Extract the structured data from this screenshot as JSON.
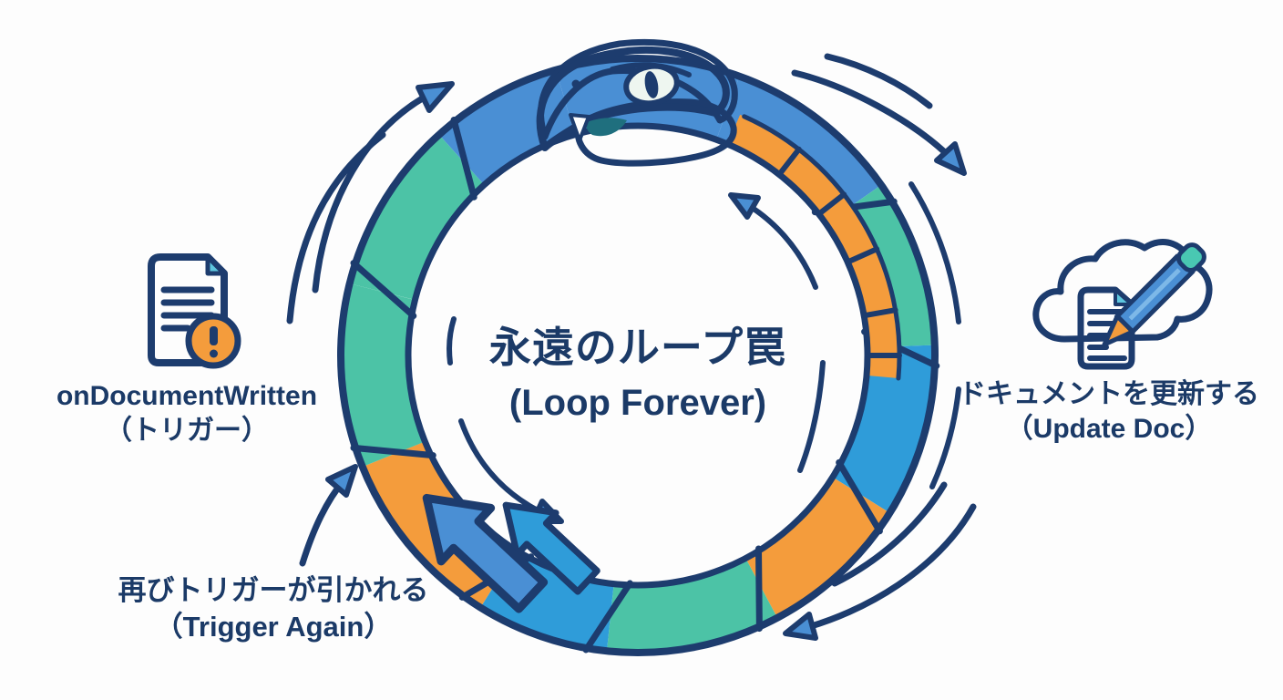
{
  "diagram": {
    "center": {
      "title_ja": "永遠のループ罠",
      "title_en": "(Loop Forever)"
    },
    "nodes": {
      "trigger": {
        "line1": "onDocumentWritten",
        "line2": "（トリガー）",
        "icon": "document-alert-icon"
      },
      "update": {
        "line1": "ドキュメントを更新する",
        "line2": "（Update Doc）",
        "icon": "cloud-edit-icon"
      },
      "retrigger": {
        "line1": "再びトリガーが引かれる",
        "line2": "（Trigger Again）",
        "icon": "retrigger-arrow"
      }
    },
    "illustration": "ouroboros-snake-eating-tail",
    "flow_direction": "clockwise"
  },
  "theme": {
    "navy": "#1d3c6e",
    "ink": "#1b3a67",
    "blue": "#4a8fd4",
    "blue2": "#2f9cd9",
    "teal": "#4cc3a6",
    "tealHead": "#49c8b2",
    "orange": "#f49c3c",
    "paper": "#eaf4fc",
    "fold": "#5ec6de",
    "bg": "#fdfdfd"
  }
}
